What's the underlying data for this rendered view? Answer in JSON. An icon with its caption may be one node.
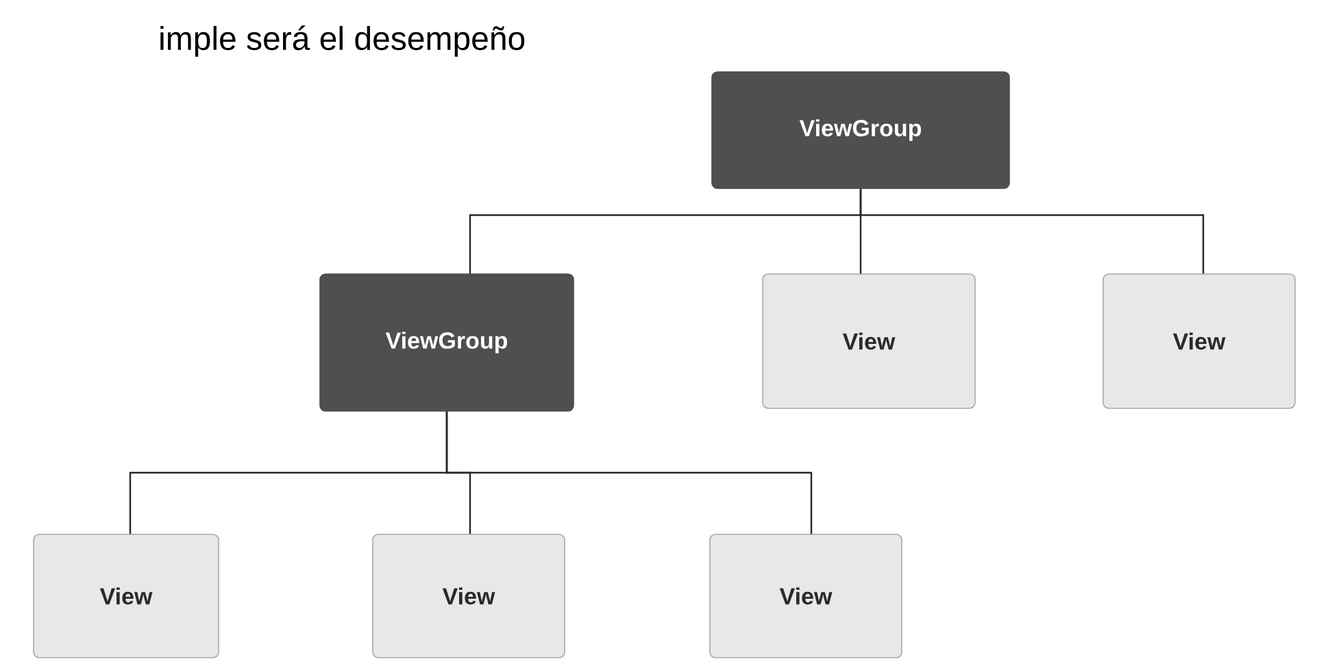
{
  "diagram": {
    "nodes": [
      {
        "text": [
          "ViewGroup"
        ]
      },
      {
        "text": [
          "ViewGroup"
        ]
      },
      {
        "text": [
          "View"
        ]
      },
      {
        "text": [
          "View"
        ]
      },
      {
        "text": [
          "View"
        ]
      },
      {
        "text": [
          "View"
        ]
      },
      {
        "text": [
          "View"
        ]
      }
    ],
    "edges": [
      {
        "from": 0,
        "to": 1,
        "arrow": "none"
      },
      {
        "from": 0,
        "to": 2,
        "arrow": "none"
      },
      {
        "from": 0,
        "to": 3,
        "arrow": "none"
      },
      {
        "from": 1,
        "to": 4,
        "arrow": "none"
      },
      {
        "from": 1,
        "to": 5,
        "arrow": "none"
      },
      {
        "from": 1,
        "to": 6,
        "arrow": "none"
      }
    ],
    "labels": [
      "imple será el desempeño"
    ]
  }
}
